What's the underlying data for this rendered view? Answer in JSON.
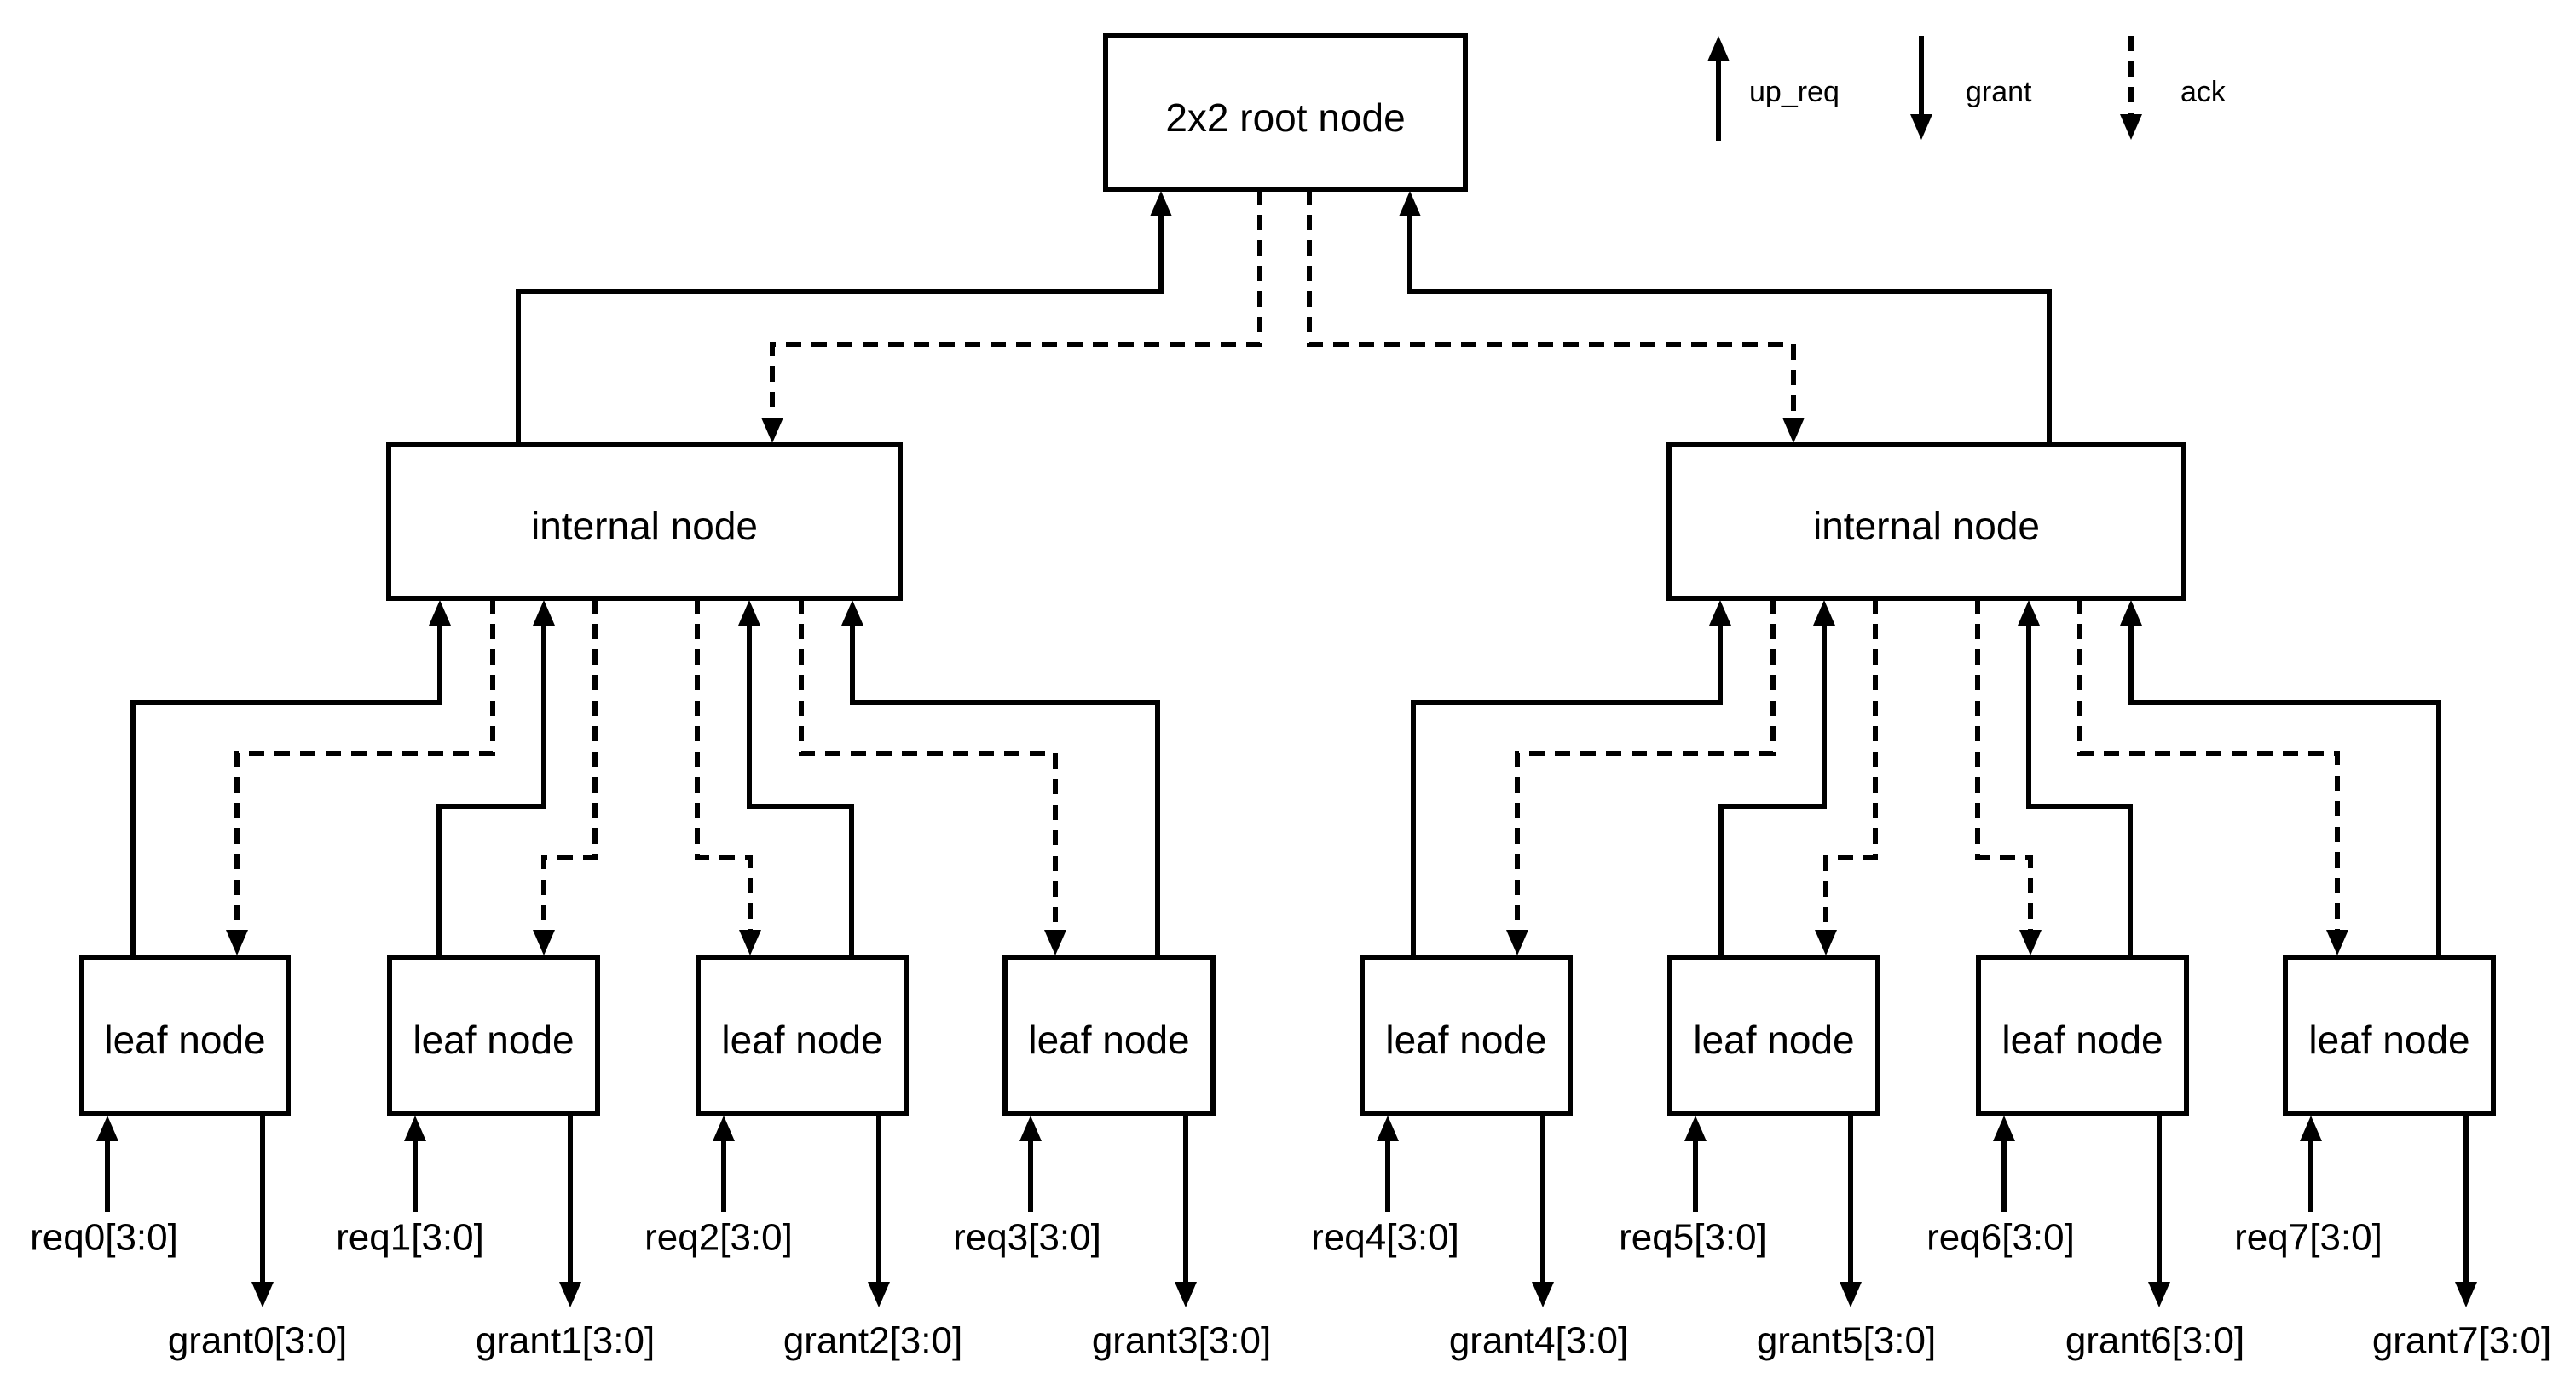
{
  "root": {
    "label": "2x2 root node"
  },
  "internal_nodes": [
    {
      "label": "internal node"
    },
    {
      "label": "internal node"
    }
  ],
  "leaf_nodes": [
    {
      "label": "leaf node",
      "req": "req0[3:0]",
      "grant": "grant0[3:0]"
    },
    {
      "label": "leaf node",
      "req": "req1[3:0]",
      "grant": "grant1[3:0]"
    },
    {
      "label": "leaf node",
      "req": "req2[3:0]",
      "grant": "grant2[3:0]"
    },
    {
      "label": "leaf node",
      "req": "req3[3:0]",
      "grant": "grant3[3:0]"
    },
    {
      "label": "leaf node",
      "req": "req4[3:0]",
      "grant": "grant4[3:0]"
    },
    {
      "label": "leaf node",
      "req": "req5[3:0]",
      "grant": "grant5[3:0]"
    },
    {
      "label": "leaf node",
      "req": "req6[3:0]",
      "grant": "grant6[3:0]"
    },
    {
      "label": "leaf node",
      "req": "req7[3:0]",
      "grant": "grant7[3:0]"
    }
  ],
  "legend": {
    "up_req": "up_req",
    "grant": "grant",
    "ack": "ack"
  }
}
